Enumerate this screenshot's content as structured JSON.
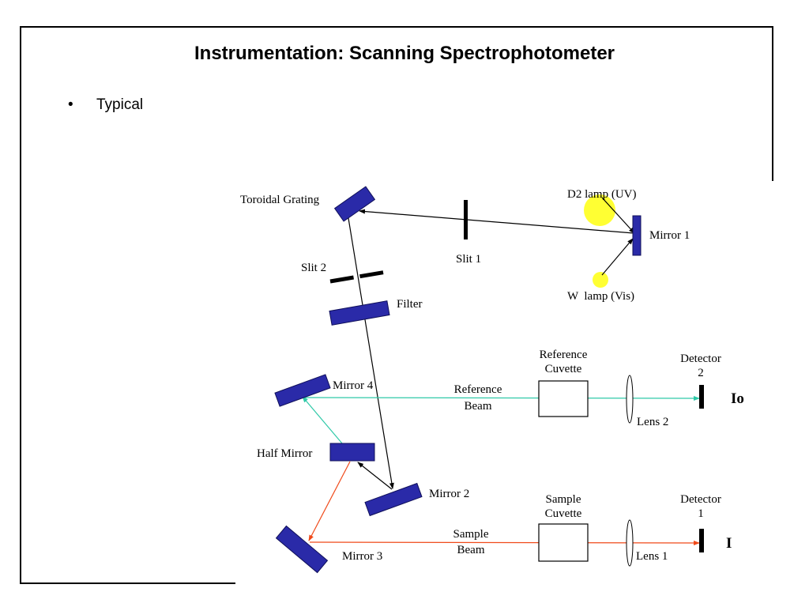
{
  "slide": {
    "title": "Instrumentation: Scanning  Spectrophotometer",
    "bullet_marker": "•",
    "bullet_text": "Typical"
  },
  "diagram": {
    "labels": {
      "toroidal_grating": "Toroidal Grating",
      "d2_lamp": "D2 lamp (UV)",
      "mirror1": "Mirror 1",
      "slit1": "Slit 1",
      "slit2": "Slit 2",
      "w_lamp": "W  lamp (Vis)",
      "filter": "Filter",
      "reference_cuvette_1": "Reference",
      "reference_cuvette_2": "Cuvette",
      "detector2_1": "Detector",
      "detector2_2": "2",
      "mirror4": "Mirror 4",
      "reference_beam_1": "Reference",
      "reference_beam_2": "Beam",
      "io": "Io",
      "lens2": "Lens 2",
      "half_mirror": "Half Mirror",
      "mirror2": "Mirror 2",
      "sample_cuvette_1": "Sample",
      "sample_cuvette_2": "Cuvette",
      "detector1_1": "Detector",
      "detector1_2": "1",
      "sample_beam_1": "Sample",
      "sample_beam_2": "Beam",
      "i": "I",
      "mirror3": "Mirror 3",
      "lens1": "Lens 1"
    },
    "colors": {
      "optic_blue": "#2a2aa8",
      "lamp_yellow": "#ffff33",
      "reference_beam": "#2fc9a8",
      "sample_beam": "#f04a1a",
      "main_beam": "#000000"
    }
  }
}
